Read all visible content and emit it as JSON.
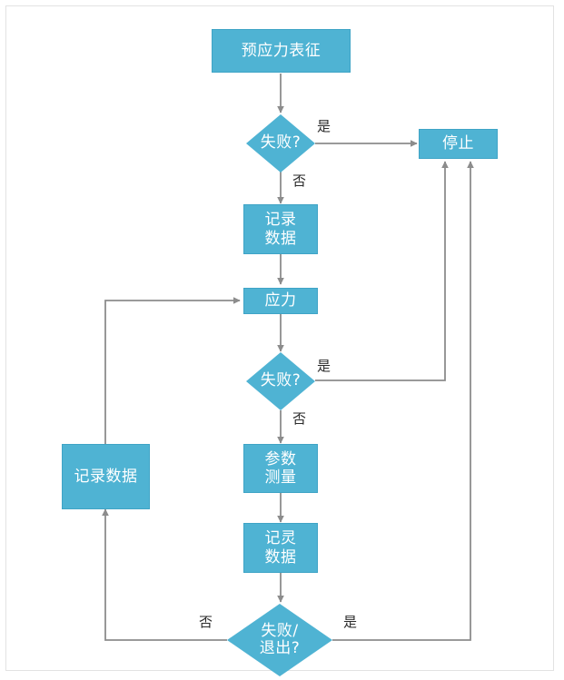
{
  "diagram": {
    "type": "flowchart",
    "title": "",
    "colors": {
      "node_fill": "#4fb3d3",
      "node_border": "#3fa4c6",
      "node_text": "#ffffff",
      "connector": "#8c8c8c",
      "edge_label_text": "#2b2b2b",
      "canvas_background": "#ffffff",
      "frame_border": "#e2e2e2"
    },
    "nodes": [
      {
        "id": "prestress",
        "shape": "process",
        "label": "预应力表征"
      },
      {
        "id": "fail1",
        "shape": "decision",
        "label": "失败?"
      },
      {
        "id": "stop",
        "shape": "process",
        "label": "停止"
      },
      {
        "id": "record1",
        "shape": "process",
        "label": "记录\n数据"
      },
      {
        "id": "stress",
        "shape": "process",
        "label": "应力"
      },
      {
        "id": "fail2",
        "shape": "decision",
        "label": "失败?"
      },
      {
        "id": "param-measure",
        "shape": "process",
        "label": "参数\n测量"
      },
      {
        "id": "record2",
        "shape": "process",
        "label": "记灵\n数据"
      },
      {
        "id": "fail-exit",
        "shape": "decision",
        "label": "失败/\n退出?"
      },
      {
        "id": "record-left",
        "shape": "process",
        "label": "记录数据"
      }
    ],
    "edge_labels": [
      {
        "id": "fail1-yes",
        "text": "是"
      },
      {
        "id": "fail1-no",
        "text": "否"
      },
      {
        "id": "fail2-yes",
        "text": "是"
      },
      {
        "id": "fail2-no",
        "text": "否"
      },
      {
        "id": "failexit-no",
        "text": "否"
      },
      {
        "id": "failexit-yes",
        "text": "是"
      }
    ],
    "edges": [
      {
        "from": "prestress",
        "to": "fail1",
        "label": ""
      },
      {
        "from": "fail1",
        "to": "stop",
        "label": "是"
      },
      {
        "from": "fail1",
        "to": "record1",
        "label": "否"
      },
      {
        "from": "record1",
        "to": "stress",
        "label": ""
      },
      {
        "from": "stress",
        "to": "fail2",
        "label": ""
      },
      {
        "from": "fail2",
        "to": "stop",
        "label": "是"
      },
      {
        "from": "fail2",
        "to": "param-measure",
        "label": "否"
      },
      {
        "from": "param-measure",
        "to": "record2",
        "label": ""
      },
      {
        "from": "record2",
        "to": "fail-exit",
        "label": ""
      },
      {
        "from": "fail-exit",
        "to": "record-left",
        "label": "否"
      },
      {
        "from": "fail-exit",
        "to": "stop",
        "label": "是"
      },
      {
        "from": "record-left",
        "to": "stress",
        "label": ""
      }
    ]
  }
}
